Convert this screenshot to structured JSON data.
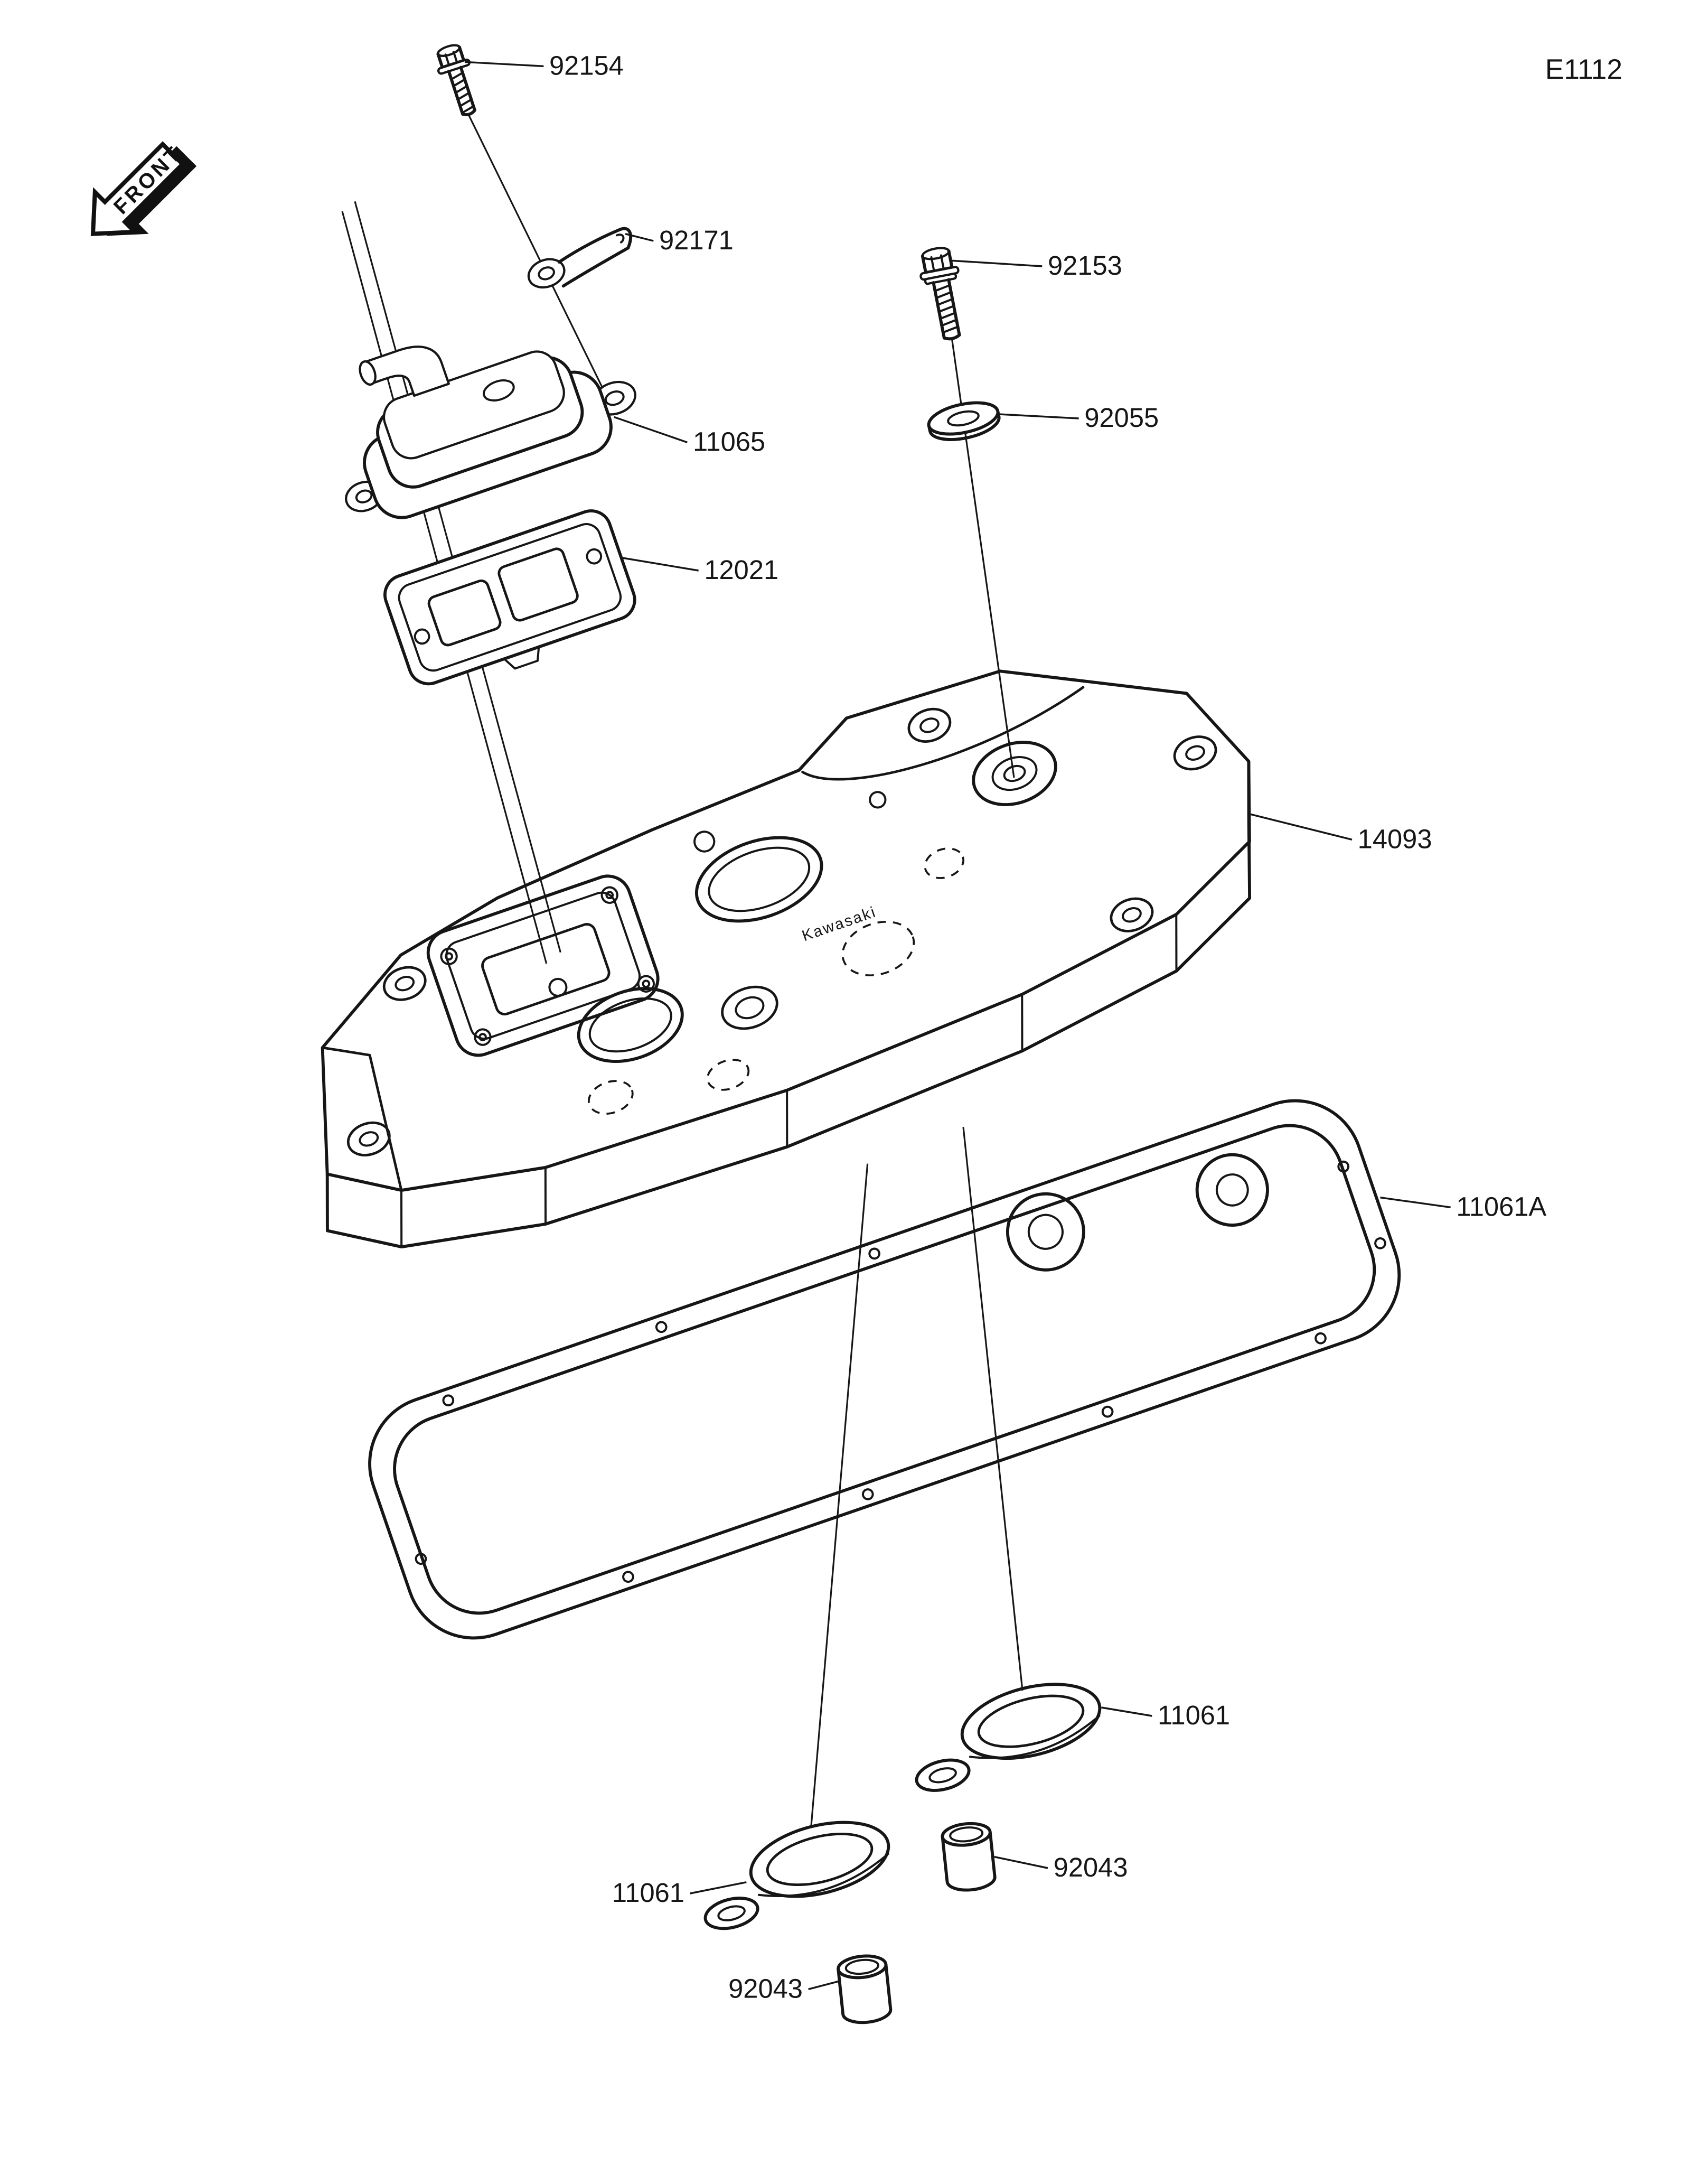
{
  "page": {
    "code": "E1112"
  },
  "diagram": {
    "front_label": "FRONT",
    "cover_text": "Kawasaki",
    "callouts": [
      "92154",
      "92171",
      "92153",
      "92055",
      "11065",
      "12021",
      "14093",
      "11061A",
      "11061",
      "92043",
      "11061",
      "92043"
    ]
  }
}
